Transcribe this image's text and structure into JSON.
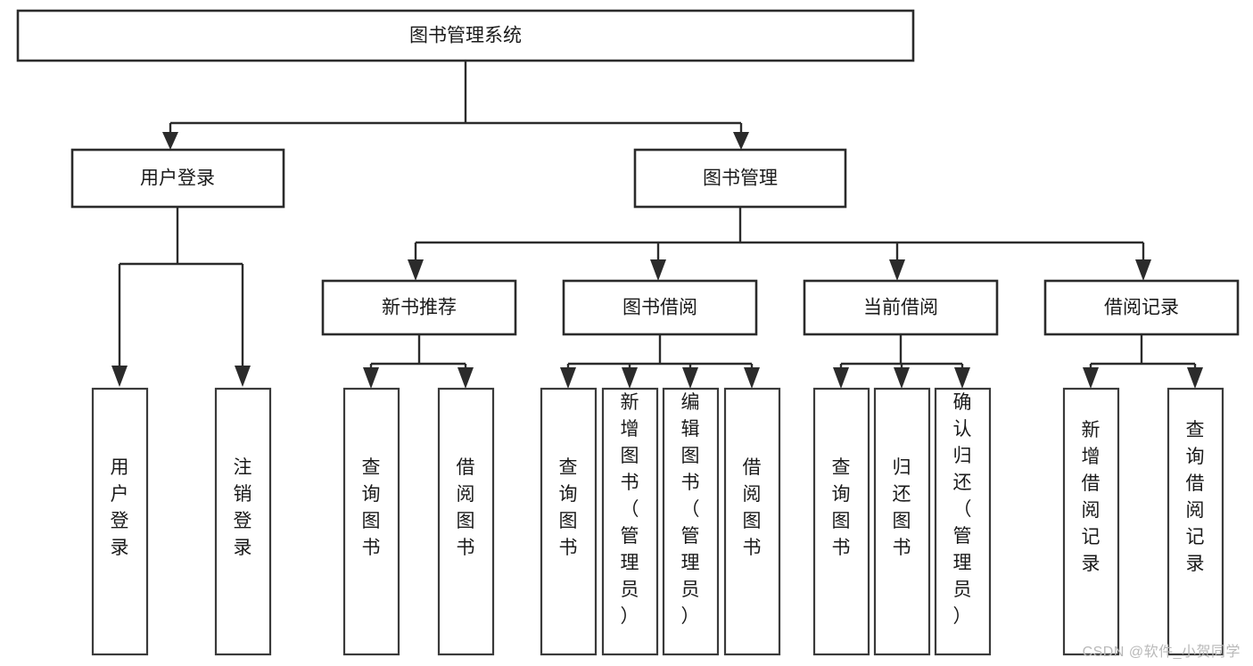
{
  "diagram": {
    "title": "图书管理系统",
    "type": "tree-hierarchy",
    "orientation": "top-down",
    "colors": {
      "box_fill": "#ffffff",
      "box_stroke": "#2b2b2b",
      "edge": "#2b2b2b",
      "text": "#1a1a1a",
      "background": "#ffffff",
      "watermark": "#b9b9b9"
    },
    "root": {
      "label": "图书管理系统",
      "children": [
        {
          "label": "用户登录",
          "children": [
            {
              "label": "用户登录",
              "orientation": "vertical"
            },
            {
              "label": "注销登录",
              "orientation": "vertical"
            }
          ]
        },
        {
          "label": "图书管理",
          "children": [
            {
              "label": "新书推荐",
              "children": [
                {
                  "label": "查询图书",
                  "orientation": "vertical"
                },
                {
                  "label": "借阅图书",
                  "orientation": "vertical"
                }
              ]
            },
            {
              "label": "图书借阅",
              "children": [
                {
                  "label": "查询图书",
                  "orientation": "vertical"
                },
                {
                  "label": "新增图书（管理员）",
                  "orientation": "vertical"
                },
                {
                  "label": "编辑图书（管理员）",
                  "orientation": "vertical"
                },
                {
                  "label": "借阅图书",
                  "orientation": "vertical"
                }
              ]
            },
            {
              "label": "当前借阅",
              "children": [
                {
                  "label": "查询图书",
                  "orientation": "vertical"
                },
                {
                  "label": "归还图书",
                  "orientation": "vertical"
                },
                {
                  "label": "确认归还（管理员）",
                  "orientation": "vertical"
                }
              ]
            },
            {
              "label": "借阅记录",
              "children": [
                {
                  "label": "新增借阅记录",
                  "orientation": "vertical"
                },
                {
                  "label": "查询借阅记录",
                  "orientation": "vertical"
                }
              ]
            }
          ]
        }
      ]
    }
  },
  "nodes": {
    "root_title": "图书管理系统",
    "l2_user_login": "用户登录",
    "l2_book_manage": "图书管理",
    "l3_new_book_rec": "新书推荐",
    "l3_book_borrow": "图书借阅",
    "l3_current_borrow": "当前借阅",
    "l3_borrow_record": "借阅记录",
    "leaf_user_login": "用户登录",
    "leaf_logout": "注销登录",
    "leaf_rec_query_book": "查询图书",
    "leaf_rec_borrow_book": "借阅图书",
    "leaf_bb_query_book": "查询图书",
    "leaf_bb_add_book": "新增图书（管理员）",
    "leaf_bb_edit_book": "编辑图书（管理员）",
    "leaf_bb_borrow_book": "借阅图书",
    "leaf_cb_query_book": "查询图书",
    "leaf_cb_return_book": "归还图书",
    "leaf_cb_confirm_return": "确认归还（管理员）",
    "leaf_br_add_record": "新增借阅记录",
    "leaf_br_query_record": "查询借阅记录"
  },
  "watermark": {
    "text": "CSDN @软件_小贺同学"
  }
}
